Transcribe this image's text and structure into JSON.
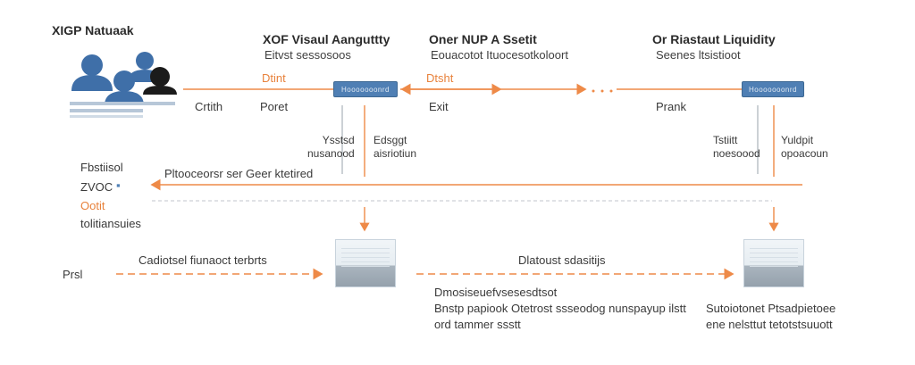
{
  "network_title": "XIGP Natuaak",
  "columns": [
    {
      "title": "XOF Visaul Aanguttty",
      "subtitle": "Eitvst sessosoos"
    },
    {
      "title": "Oner NUP A Ssetit",
      "subtitle": "Eouacotot Ituocesotkoloort"
    },
    {
      "title": "Or Riastaut Liquidity",
      "subtitle": "Seenes ltsistioot"
    }
  ],
  "nodes": {
    "left": "Hooooooonrd",
    "right": "Hooooooonrd"
  },
  "labels": {
    "orange_top_1": "Dtint",
    "orange_top_2": "Dtsht",
    "crith": "Crtith",
    "poret": "Poret",
    "exit": "Exit",
    "prank": "Prank",
    "vert_left_a": "Ysstsd\nnusanood",
    "vert_left_b": "Edsggt\naisriotiun",
    "vert_right_a": "Tstiitt\nnoesoood",
    "vert_right_b": "Yuldpit\nopoacoun",
    "return_caption": "Pltooceorsr ser Geer ktetired",
    "side_label_1": "Fbstiisol",
    "side_label_2": "ZVOC",
    "side_label_3": "Ootit",
    "side_label_4": "tolitiansuies",
    "pi_label": "Prsl",
    "bottom_caption_1": "Cadiotsel fiunaoct terbrts",
    "bottom_caption_2": "Dlatoust sdasitijs",
    "desc_mid_1": "Dmosiseuefvsesesdtsot",
    "desc_mid_2": "Bnstp papiook Otetrost ssseodog nunspayup ilstt",
    "desc_mid_3": "ord tammer ssstt",
    "desc_right_1": "Sutoiotonet Ptsadpietoee",
    "desc_right_2": "ene nelsttut tetotstsuuott"
  },
  "colors": {
    "accent": "#ee8a48",
    "node": "#4f7fb4",
    "dark": "#1b1b1b"
  },
  "icons": [
    "users-group-icon",
    "document-thumbnail-icon"
  ]
}
